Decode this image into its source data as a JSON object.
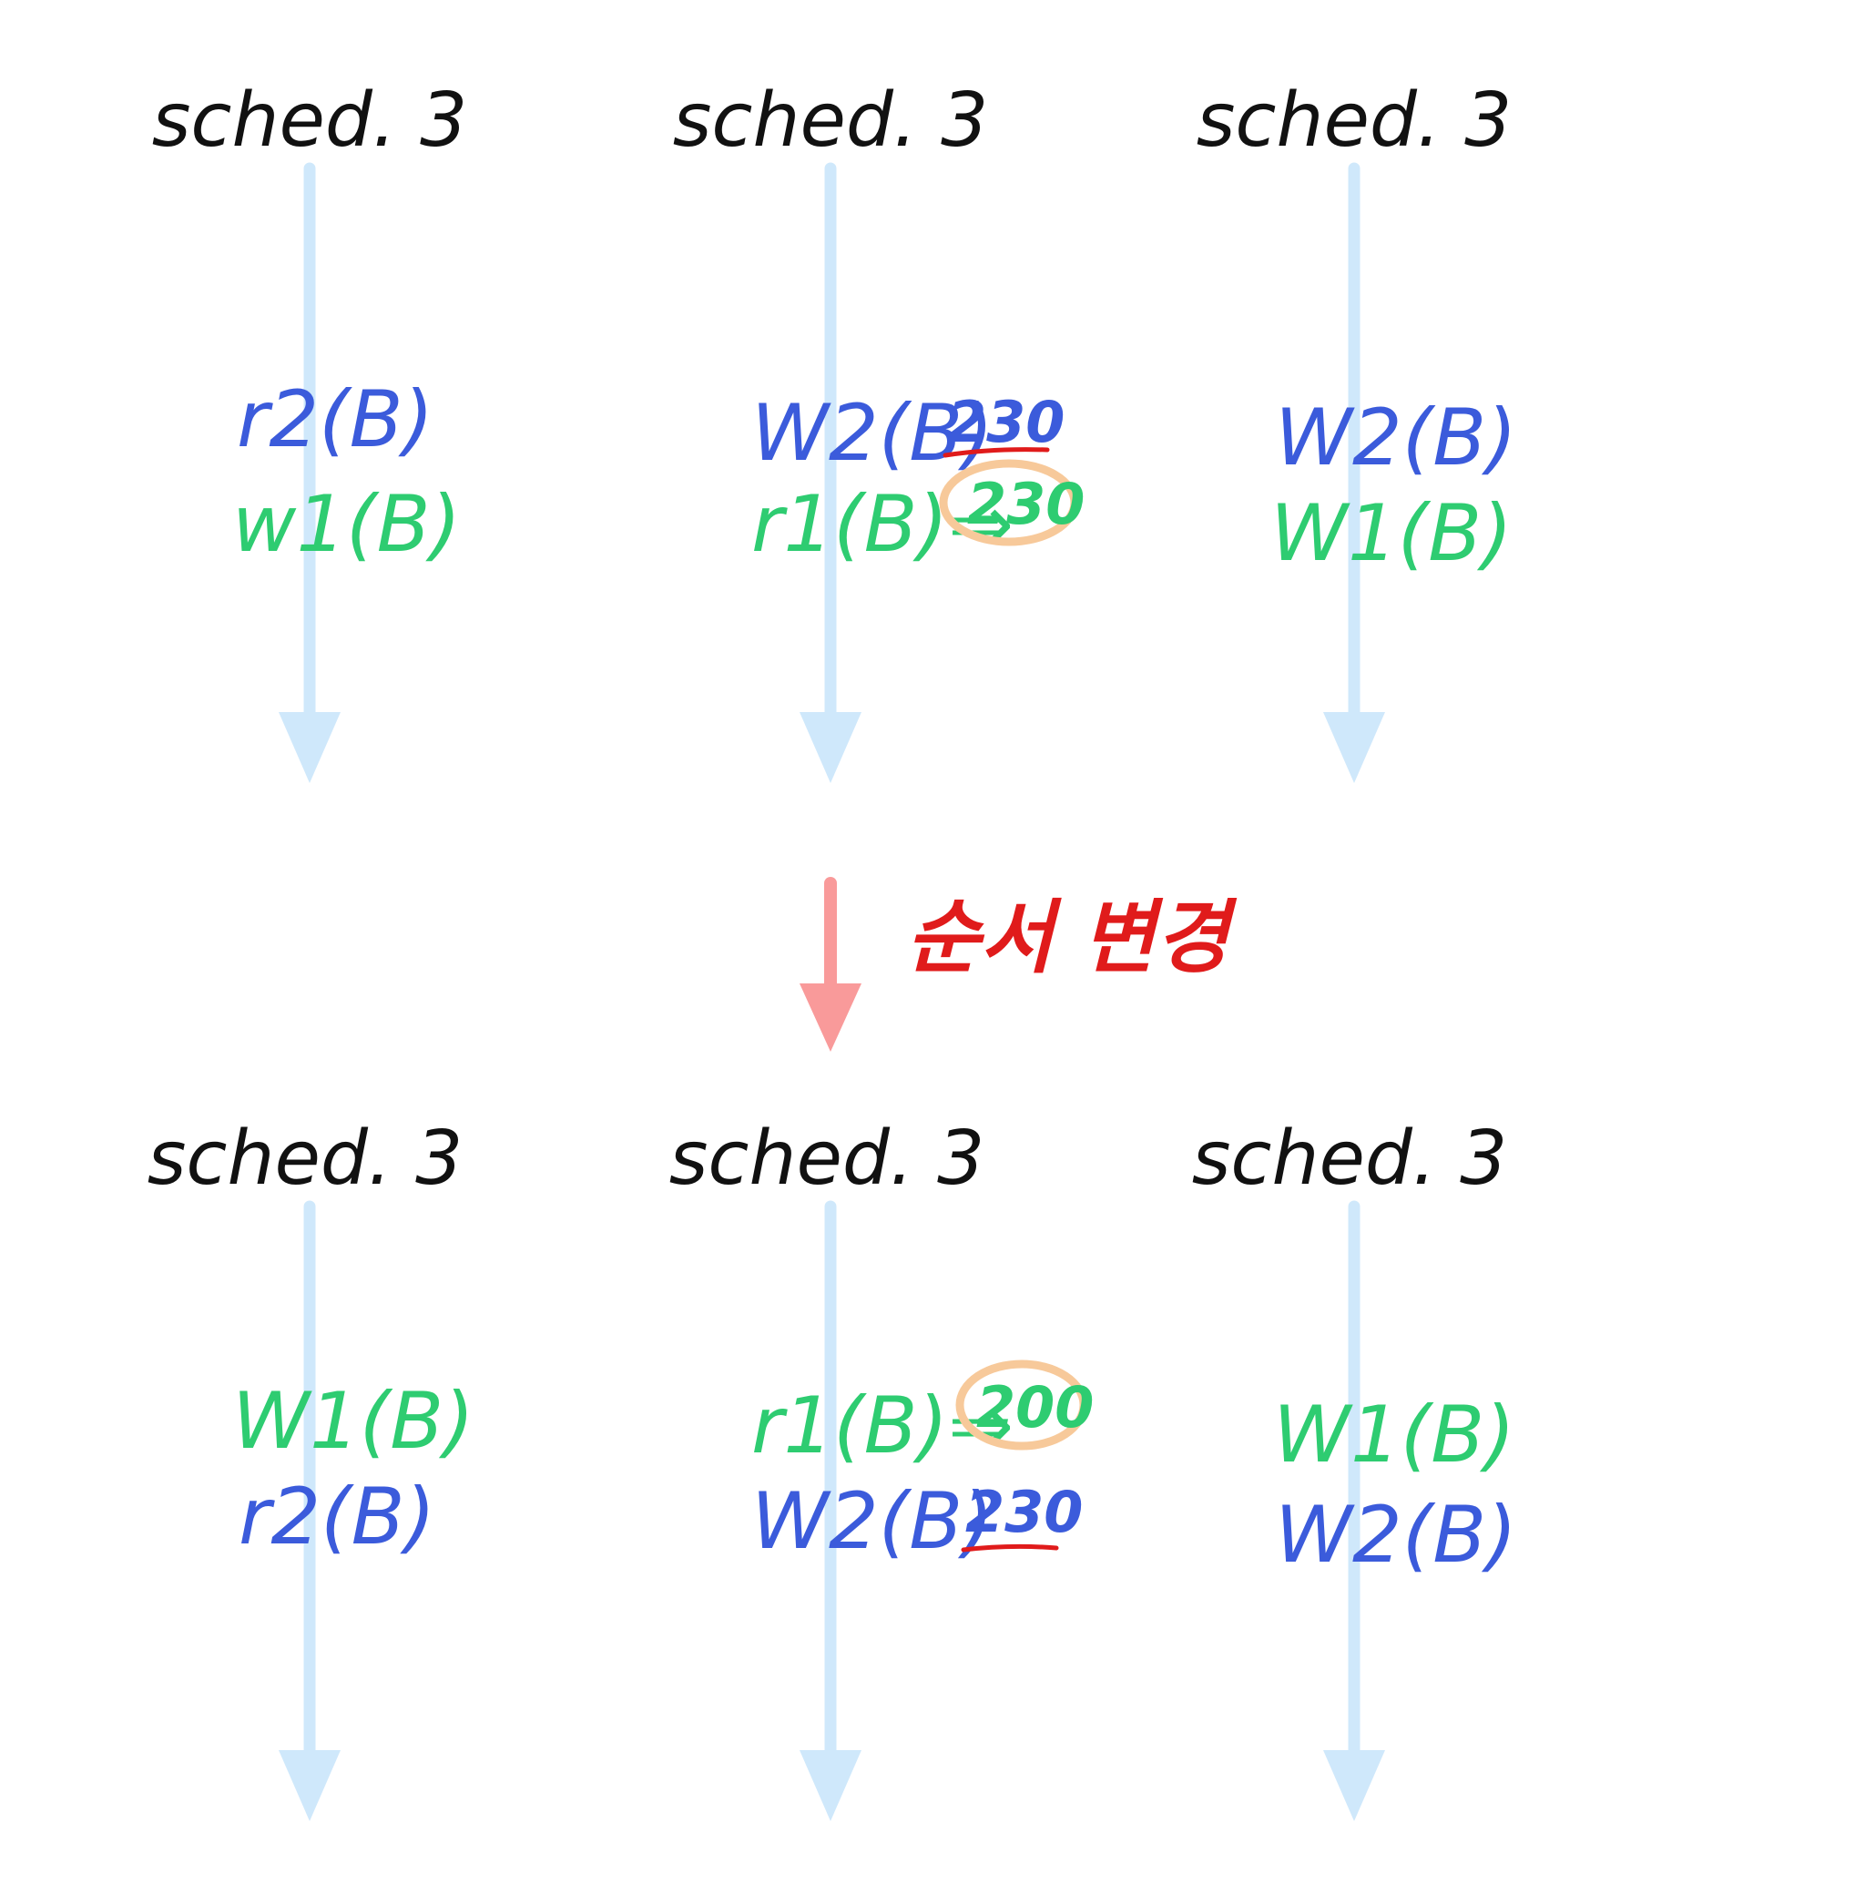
{
  "colors": {
    "timeline": "#cfe8fb",
    "title": "#111111",
    "t1": "#2ecc71",
    "t2": "#3b5bdb",
    "change_arrow": "#f99a9a",
    "change_label": "#e01b1b",
    "underline": "#e01b1b",
    "circle": "#f7c99a"
  },
  "top_row": [
    {
      "title": "sched. 3",
      "ops": [
        {
          "text": "r2(B)",
          "txn": "t2"
        },
        {
          "text": "w1(B)",
          "txn": "t1"
        }
      ]
    },
    {
      "title": "sched. 3",
      "ops": [
        {
          "text": "W2(B)",
          "txn": "t2",
          "value": "230",
          "value_style": "underline"
        },
        {
          "text": "r1(B)⇒",
          "txn": "t1",
          "value": "230",
          "value_style": "circle"
        }
      ]
    },
    {
      "title": "sched. 3",
      "ops": [
        {
          "text": "W2(B)",
          "txn": "t2"
        },
        {
          "text": "W1(B)",
          "txn": "t1"
        }
      ]
    }
  ],
  "change": {
    "label": "순서 변경"
  },
  "bottom_row": [
    {
      "title": "sched. 3",
      "ops": [
        {
          "text": "W1(B)",
          "txn": "t1"
        },
        {
          "text": "r2(B)",
          "txn": "t2"
        }
      ]
    },
    {
      "title": "sched. 3",
      "ops": [
        {
          "text": "r1(B)⇒",
          "txn": "t1",
          "value": "200",
          "value_style": "circle"
        },
        {
          "text": "W2(B)",
          "txn": "t2",
          "value": "230",
          "value_style": "underline"
        }
      ]
    },
    {
      "title": "sched. 3",
      "ops": [
        {
          "text": "W1(B)",
          "txn": "t1"
        },
        {
          "text": "W2(B)",
          "txn": "t2"
        }
      ]
    }
  ]
}
